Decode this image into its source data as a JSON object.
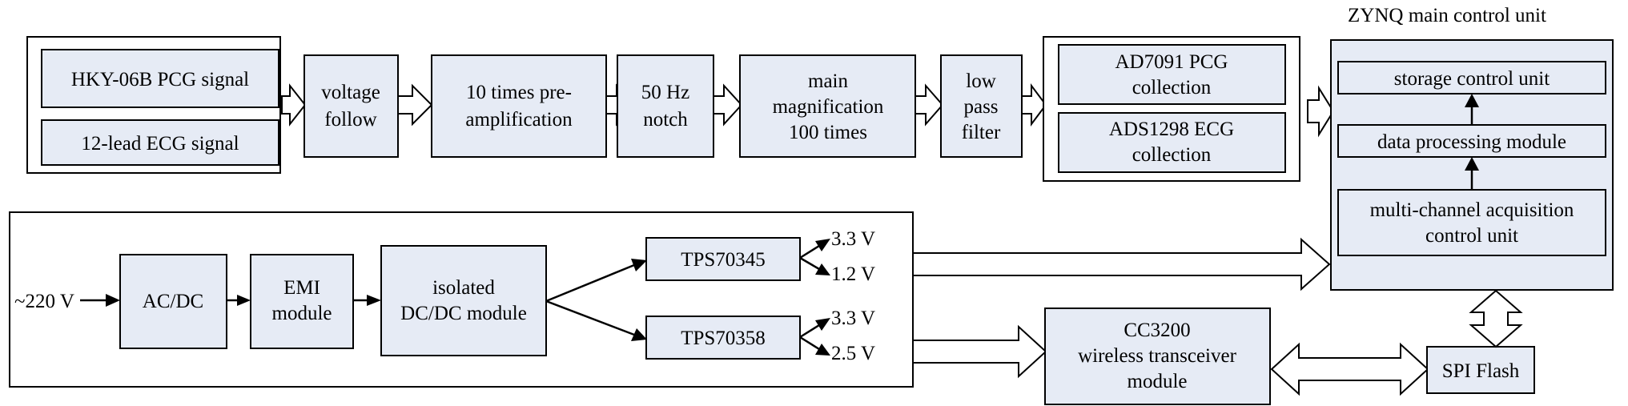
{
  "signal_chain": {
    "sources": [
      "HKY-06B PCG signal",
      "12-lead ECG signal"
    ],
    "voltage_follow": [
      "voltage",
      "follow"
    ],
    "preamp": [
      "10 times pre-",
      "amplification"
    ],
    "notch": [
      "50 Hz",
      "notch"
    ],
    "main_mag": [
      "main",
      "magnification",
      "100 times"
    ],
    "lpf": [
      "low",
      "pass",
      "filter"
    ],
    "collectors": [
      [
        "AD7091 PCG",
        "collection"
      ],
      [
        "ADS1298 ECG",
        "collection"
      ]
    ]
  },
  "zynq": {
    "title": "ZYNQ main control unit",
    "storage": "storage control unit",
    "processing": "data processing module",
    "acquisition": [
      "multi-channel acquisition",
      "control unit"
    ]
  },
  "power": {
    "input": "~220 V",
    "acdc": "AC/DC",
    "emi": [
      "EMI",
      "module"
    ],
    "isolated": [
      "isolated",
      "DC/DC module"
    ],
    "reg1": "TPS70345",
    "reg2": "TPS70358",
    "reg1_out": [
      "3.3 V",
      "1.2 V"
    ],
    "reg2_out": [
      "3.3 V",
      "2.5 V"
    ]
  },
  "wireless": [
    "CC3200",
    "wireless transceiver",
    "module"
  ],
  "flash": "SPI Flash"
}
